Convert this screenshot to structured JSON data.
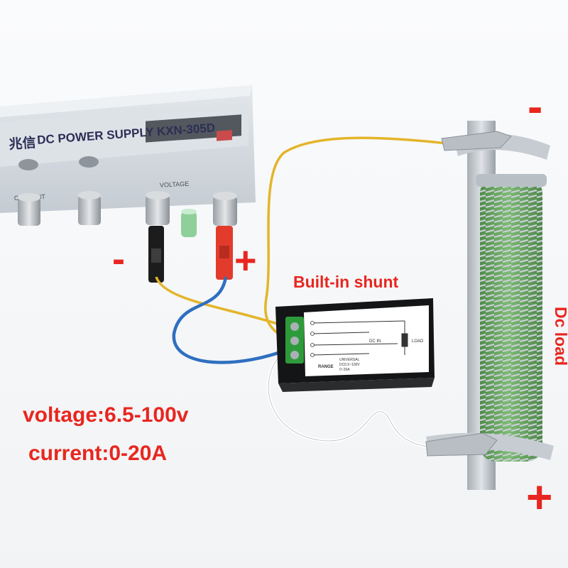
{
  "power_supply": {
    "brand_chinese": "兆信",
    "model_text": "DC POWER SUPPLY  KXN-305D",
    "voltage_label": "VOLTAGE",
    "current_label": "CURRENT"
  },
  "meter": {
    "terminal_text_dc_in": "DC IN",
    "terminal_text_load": "LOAD",
    "range_label": "RANGE",
    "range_lines": [
      "UNIVERSAL",
      "DC6.5~100V",
      "0~20A"
    ]
  },
  "labels": {
    "shunt": "Built-in shunt",
    "dc_load": "Dc load",
    "psu_minus": "-",
    "psu_plus": "+",
    "load_minus": "-",
    "load_plus": "+",
    "voltage_spec": "voltage:6.5-100v",
    "current_spec": "current:0-20A"
  },
  "colors": {
    "accent_red": "#e8261f",
    "wire_yellow": "#e3b52a",
    "wire_blue": "#2f6fc0",
    "wire_white": "#ffffff",
    "resistor_green": "#6aa862",
    "terminal_green": "#2e9b3b"
  }
}
